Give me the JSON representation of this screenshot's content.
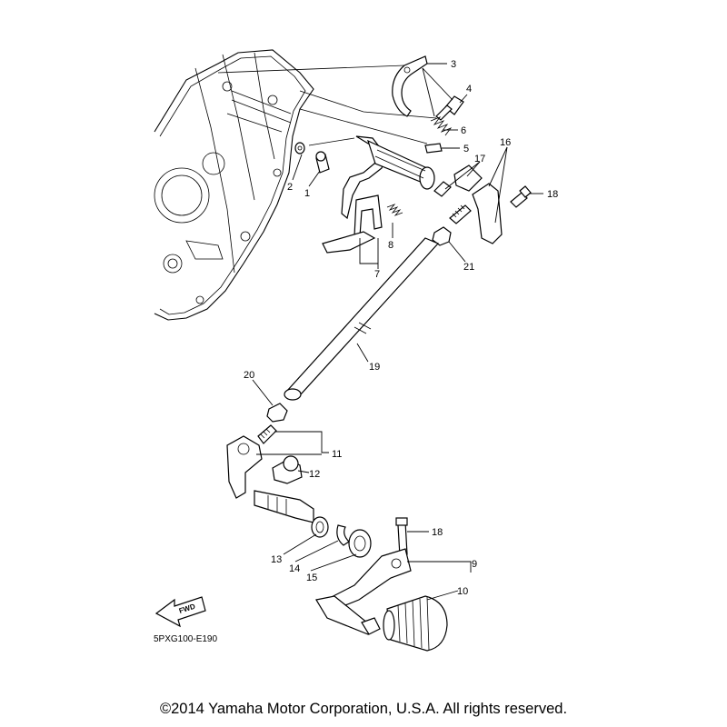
{
  "diagram": {
    "callouts": [
      {
        "id": "c1",
        "label": "1"
      },
      {
        "id": "c2",
        "label": "2"
      },
      {
        "id": "c3",
        "label": "3"
      },
      {
        "id": "c4",
        "label": "4"
      },
      {
        "id": "c5",
        "label": "5"
      },
      {
        "id": "c6",
        "label": "6"
      },
      {
        "id": "c7",
        "label": "7"
      },
      {
        "id": "c8",
        "label": "8"
      },
      {
        "id": "c9",
        "label": "9"
      },
      {
        "id": "c10",
        "label": "10"
      },
      {
        "id": "c11",
        "label": "11"
      },
      {
        "id": "c12",
        "label": "12"
      },
      {
        "id": "c13",
        "label": "13"
      },
      {
        "id": "c14",
        "label": "14"
      },
      {
        "id": "c15",
        "label": "15"
      },
      {
        "id": "c16",
        "label": "16"
      },
      {
        "id": "c17",
        "label": "17"
      },
      {
        "id": "c18a",
        "label": "18"
      },
      {
        "id": "c18b",
        "label": "18"
      },
      {
        "id": "c19",
        "label": "19"
      },
      {
        "id": "c20",
        "label": "20"
      },
      {
        "id": "c21",
        "label": "21"
      }
    ],
    "fwd_label": "FWD",
    "diagram_code": "5PXG100-E190"
  },
  "footer": {
    "copyright": "©2014 Yamaha Motor Corporation, U.S.A. All rights reserved."
  }
}
